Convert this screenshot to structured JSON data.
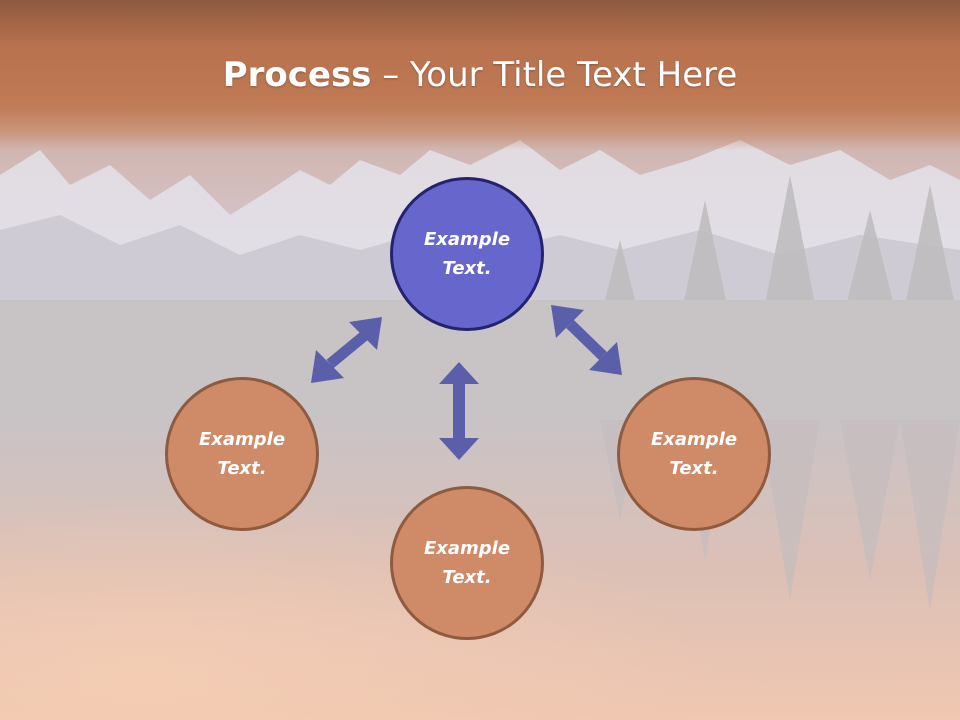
{
  "title": {
    "bold_part": "Process",
    "rest_part": " – Your Title Text Here"
  },
  "diagram": {
    "center": {
      "text": "Example Text."
    },
    "nodes": [
      {
        "id": "left",
        "text": "Example Text."
      },
      {
        "id": "bottom",
        "text": "Example Text."
      },
      {
        "id": "right",
        "text": "Example Text."
      }
    ]
  },
  "colors": {
    "center_fill": "#6666cc",
    "center_border": "#232370",
    "node_fill": "#cf8a68",
    "node_border": "#8e5b40",
    "arrow": "#5b5ea8",
    "title_bar": "#b8714e"
  }
}
